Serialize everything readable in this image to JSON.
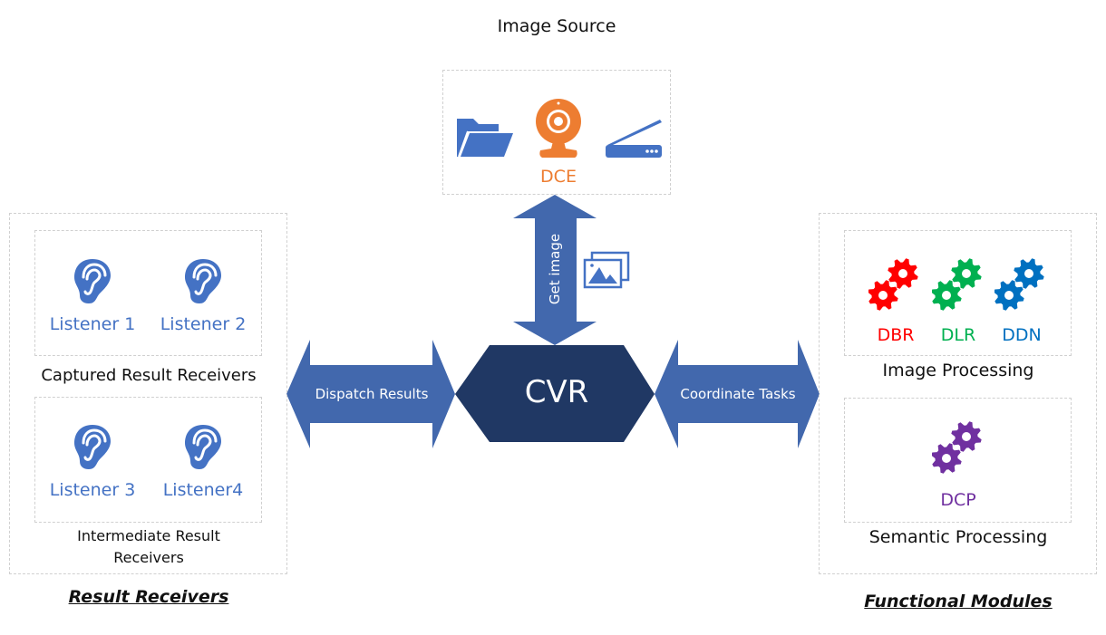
{
  "image_source": {
    "title": "Image Source",
    "icons": [
      {
        "name": "folder-icon",
        "color": "#4472c4"
      },
      {
        "name": "webcam-icon",
        "color": "#ed7d31"
      },
      {
        "name": "scanner-icon",
        "color": "#4472c4"
      }
    ],
    "dce_label": "DCE",
    "dce_color": "#ed7d31"
  },
  "center": {
    "cvr_label": "CVR",
    "cvr_color": "#203864",
    "arrow_color": "#4268ad",
    "get_image_label": "Get image",
    "dispatch_label": "Dispatch Results",
    "coordinate_label": "Coordinate Tasks"
  },
  "result_receivers": {
    "title": "Result Receivers",
    "captured": {
      "label": "Captured Result Receivers",
      "listeners": [
        "Listener 1",
        "Listener 2"
      ]
    },
    "intermediate": {
      "label_line1": "Intermediate Result",
      "label_line2": "Receivers",
      "listeners": [
        "Listener 3",
        "Listener4"
      ]
    },
    "listener_color": "#4472c4"
  },
  "functional_modules": {
    "title": "Functional Modules",
    "image_processing": {
      "label": "Image Processing",
      "modules": [
        {
          "name": "DBR",
          "color": "#ff0000"
        },
        {
          "name": "DLR",
          "color": "#00b050"
        },
        {
          "name": "DDN",
          "color": "#0070c0"
        }
      ]
    },
    "semantic_processing": {
      "label": "Semantic Processing",
      "modules": [
        {
          "name": "DCP",
          "color": "#7030a0"
        }
      ]
    }
  }
}
